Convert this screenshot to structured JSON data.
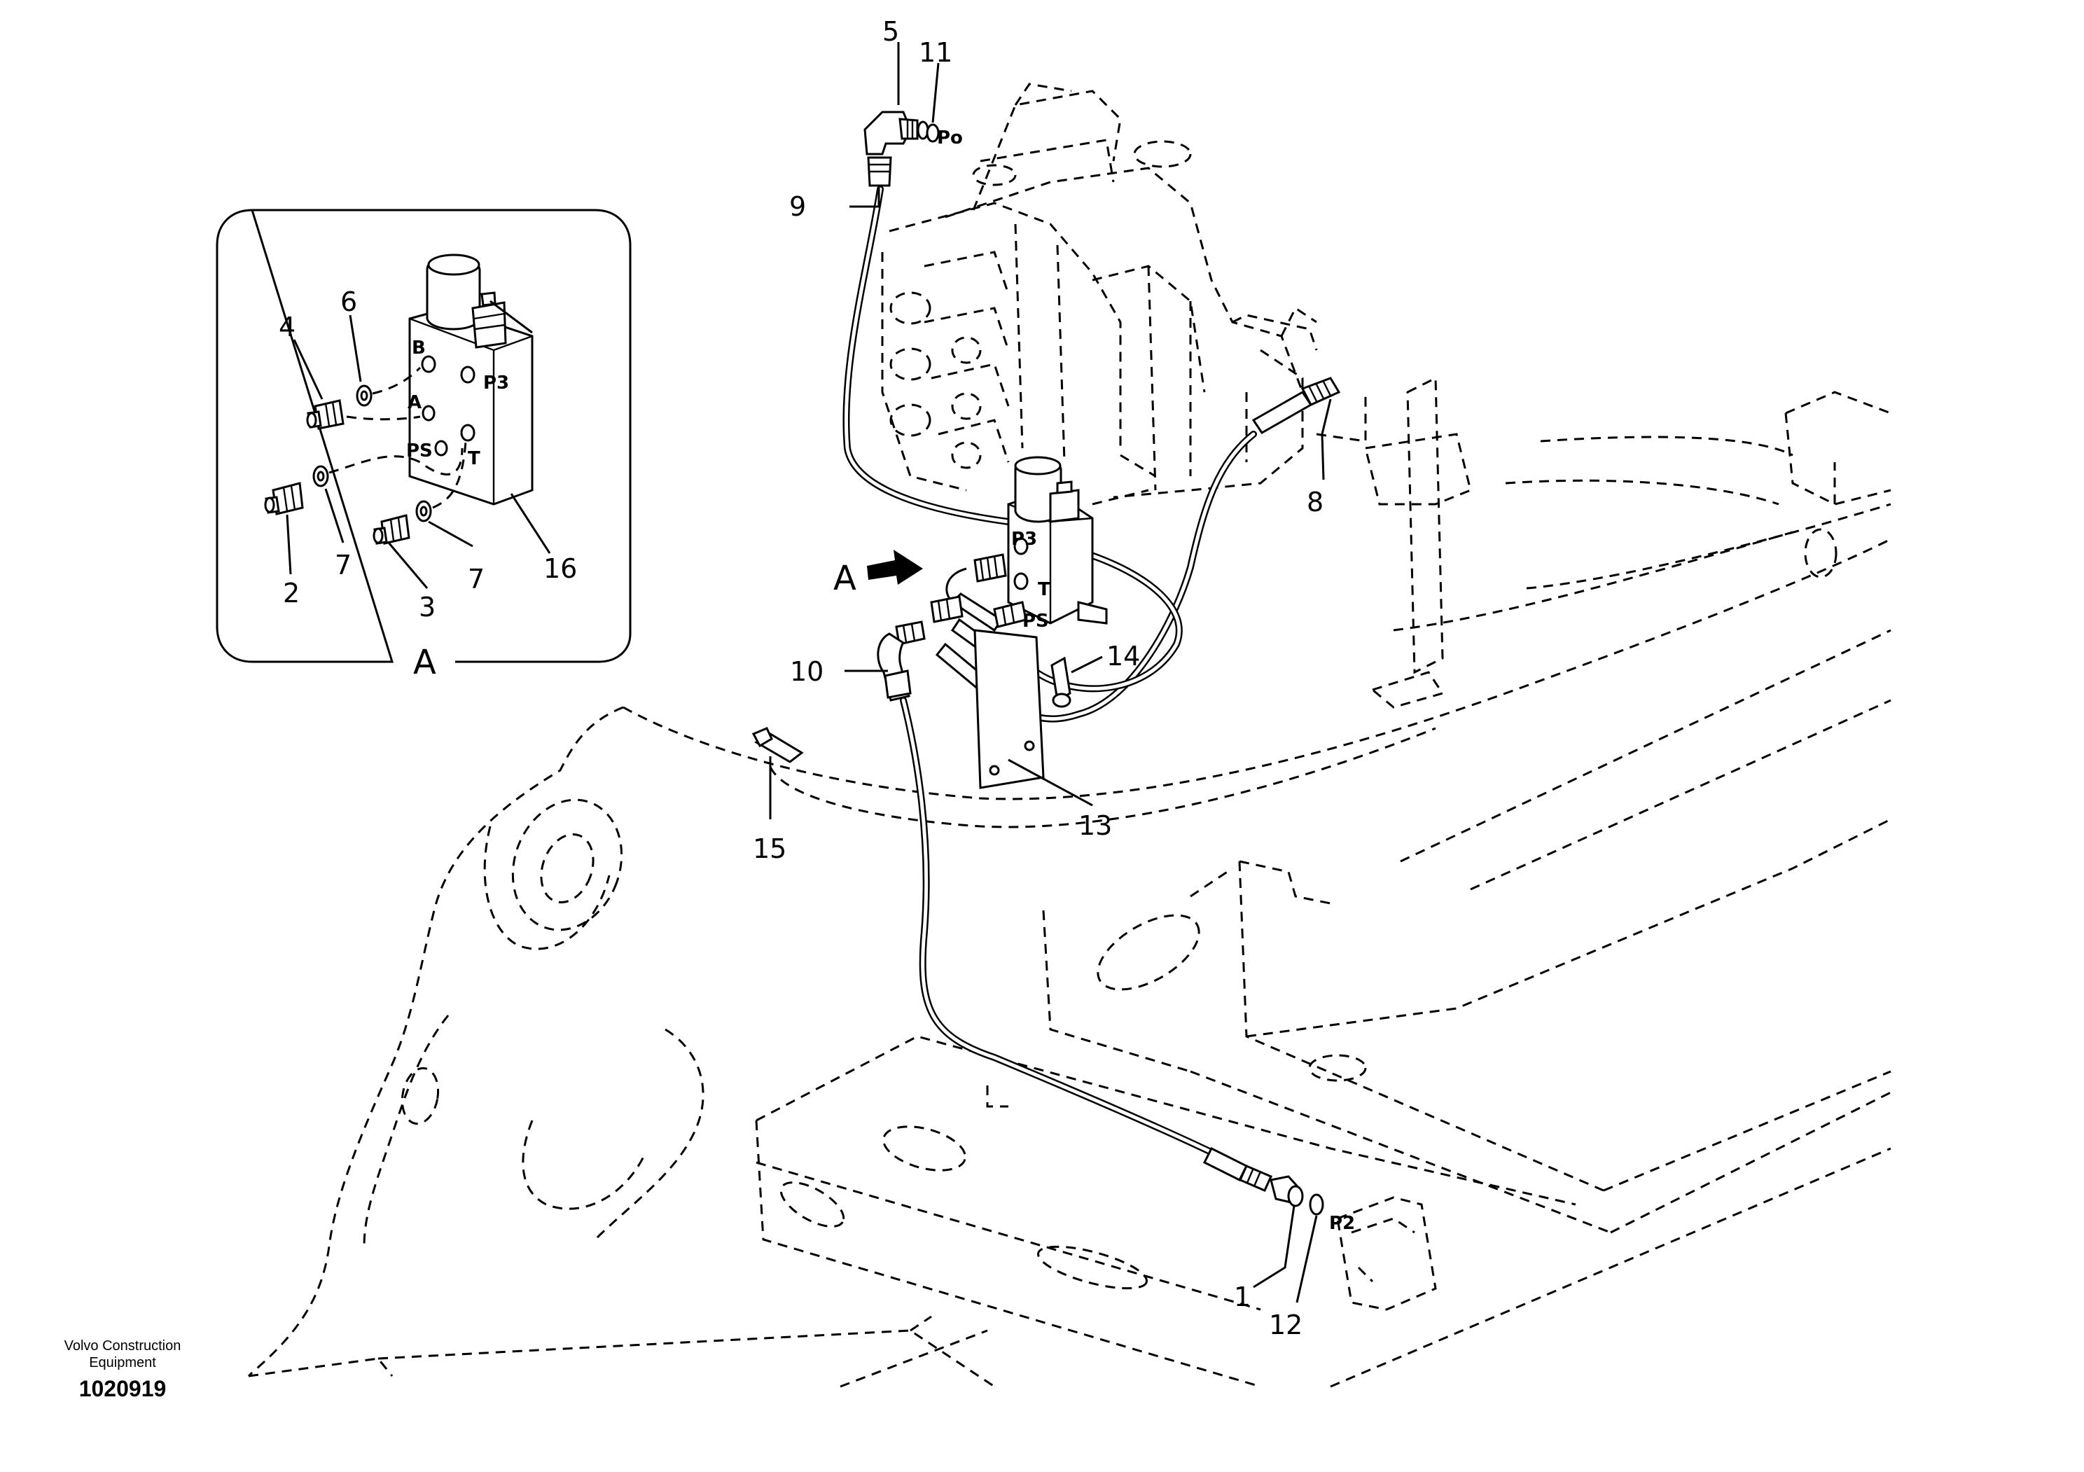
{
  "detail_view": {
    "caption": "A",
    "callouts": [
      "4",
      "6",
      "2",
      "7",
      "3",
      "7",
      "16"
    ],
    "ports": [
      "B",
      "P3",
      "A",
      "PS",
      "T"
    ]
  },
  "main_view": {
    "view_marker": "A",
    "callouts": {
      "c5": "5",
      "c11": "11",
      "c9": "9",
      "c8": "8",
      "c14": "14",
      "c10": "10",
      "c13": "13",
      "c15": "15",
      "c1": "1",
      "c12": "12"
    },
    "ports": {
      "po": "Po",
      "p3": "P3",
      "t": "T",
      "ps": "PS",
      "p2": "P2"
    }
  },
  "credit": {
    "line1": "Volvo Construction",
    "line2": "Equipment",
    "figure_number": "1020919"
  }
}
